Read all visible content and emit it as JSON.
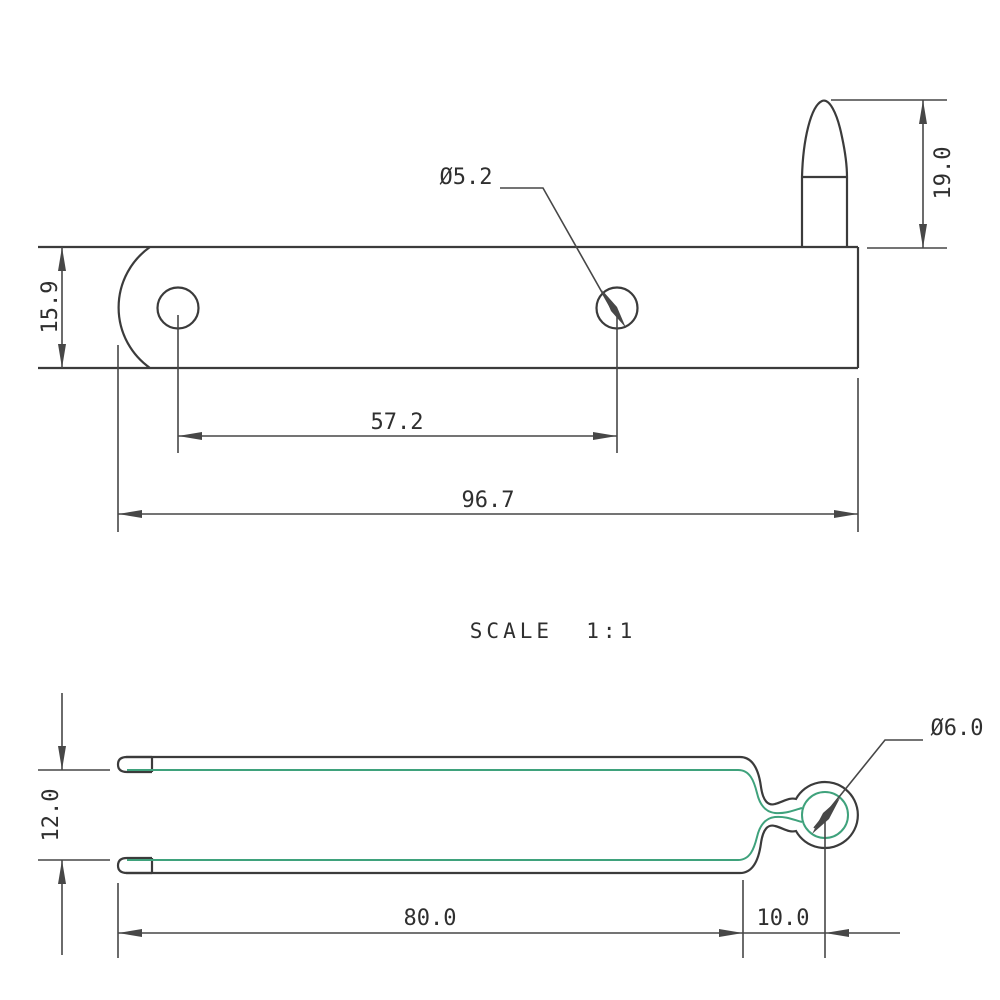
{
  "drawing": {
    "title": "two-view technical drawing of latch plate and spring clip",
    "scale_label": "SCALE  1:1",
    "colors": {
      "background": "#ffffff",
      "line": "#3b3b3b",
      "dim": "#474747",
      "highlight": "#3fa27c",
      "text": "#2f2f2f"
    },
    "plate_view": {
      "dim_height": "15.9",
      "dim_pin_height": "19.0",
      "dim_hole_spacing": "57.2",
      "dim_overall_length": "96.7",
      "label_hole_diameter": "Ø5.2"
    },
    "clip_view": {
      "dim_gap": "12.0",
      "dim_arm_length": "80.0",
      "dim_ring_offset": "10.0",
      "label_hole_diameter": "Ø6.0"
    }
  }
}
